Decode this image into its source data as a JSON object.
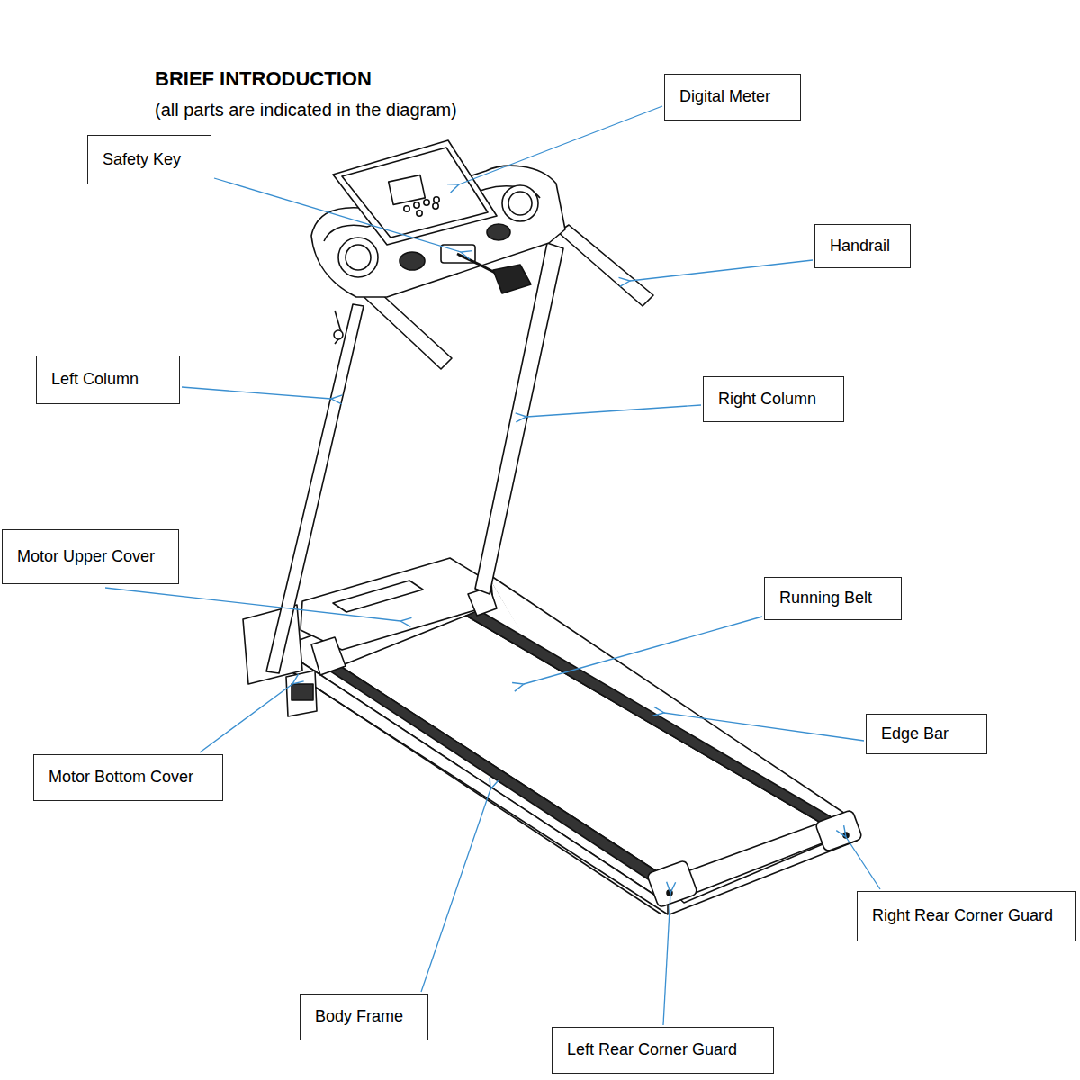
{
  "diagram": {
    "title": "BRIEF INTRODUCTION",
    "nodes": [
      {
        "text": [
          "Digital Meter"
        ]
      },
      {
        "text": [
          "Safety Key"
        ]
      },
      {
        "text": [
          "Handrail"
        ]
      },
      {
        "text": [
          "Left Column"
        ]
      },
      {
        "text": [
          "Right Column"
        ]
      },
      {
        "text": [
          "Motor Upper Cover"
        ]
      },
      {
        "text": [
          "Running Belt"
        ]
      },
      {
        "text": [
          "Edge Bar"
        ]
      },
      {
        "text": [
          "Motor Bottom Cover"
        ]
      },
      {
        "text": [
          "Right Rear Corner Guard"
        ]
      },
      {
        "text": [
          "Body Frame"
        ]
      },
      {
        "text": [
          "Left Rear Corner Guard"
        ]
      }
    ],
    "labels": [
      "(all parts are indicated in the diagram)"
    ]
  }
}
